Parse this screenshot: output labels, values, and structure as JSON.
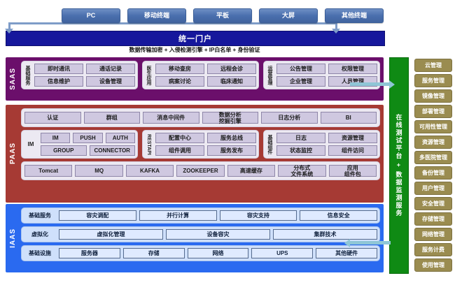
{
  "terminals": {
    "items": [
      {
        "label": "PC"
      },
      {
        "label": "移动终端"
      },
      {
        "label": "平板"
      },
      {
        "label": "大屏"
      },
      {
        "label": "其他终端"
      }
    ]
  },
  "portal": {
    "title": "统一门户",
    "subtitle": "数据传输加密 + 入侵检测引擎 + IP白名单 + 身份验证"
  },
  "layers": {
    "saas": {
      "tag": "SAAS",
      "color": "#6b0f6b",
      "groups": [
        {
          "vtag": "基础服务",
          "items": [
            "即时通讯",
            "通话记录",
            "信息维护",
            "设备管理"
          ]
        },
        {
          "vtag": "医生应用",
          "items": [
            "移动查房",
            "远程会诊",
            "病案讨论",
            "临床通知"
          ]
        },
        {
          "vtag": "运营管理",
          "items": [
            "公告管理",
            "权限管理",
            "企业管理",
            "人员管理"
          ]
        }
      ]
    },
    "paas": {
      "tag": "PAAS",
      "color": "#a63a34",
      "row_top": [
        "认证",
        "群组",
        "消息中间件",
        "数据分析\n挖掘引擎",
        "日志分析",
        "BI"
      ],
      "row_top_labels": [
        {
          "l1": "认证",
          "l2": ""
        },
        {
          "l1": "群组",
          "l2": ""
        },
        {
          "l1": "消息中间件",
          "l2": ""
        },
        {
          "l1": "数据分析",
          "l2": "挖掘引擎"
        },
        {
          "l1": "日志分析",
          "l2": ""
        },
        {
          "l1": "BI",
          "l2": ""
        }
      ],
      "groups": [
        {
          "htag": "IM",
          "line1": [
            "IM",
            "PUSH",
            "AUTH"
          ],
          "line2": [
            "GROUP",
            "CONNECTOR"
          ]
        },
        {
          "vtag": "RESTAPI",
          "line1": [
            "配置中心",
            "服务总线"
          ],
          "line2": [
            "组件调用",
            "服务发布"
          ]
        },
        {
          "vtag": "基础组件",
          "line1": [
            "日志",
            "资源管理"
          ],
          "line2": [
            "状态监控",
            "组件访问"
          ]
        }
      ],
      "row_bottom": [
        {
          "l1": "Tomcat",
          "l2": ""
        },
        {
          "l1": "MQ",
          "l2": ""
        },
        {
          "l1": "KAFKA",
          "l2": ""
        },
        {
          "l1": "ZOOKEEPER",
          "l2": ""
        },
        {
          "l1": "高速缓存",
          "l2": ""
        },
        {
          "l1": "分布式",
          "l2": "文件系统"
        },
        {
          "l1": "应用",
          "l2": "组件包"
        }
      ]
    },
    "iaas": {
      "tag": "IAAS",
      "color": "#2a6af0",
      "rows": [
        {
          "htag": "基础服务",
          "items": [
            "容灾调配",
            "并行计算",
            "容灾支持",
            "信息安全"
          ]
        },
        {
          "htag": "虚拟化",
          "items": [
            "虚拟化管理",
            "设备容灾",
            "集群技术"
          ]
        },
        {
          "htag": "基础设施",
          "items": [
            "服务器",
            "存储",
            "网络",
            "UPS",
            "其他硬件"
          ]
        }
      ]
    }
  },
  "green_bar": {
    "label": "在线测试平台 + 数据监测服务",
    "color": "#0f8a14"
  },
  "management": {
    "items": [
      "云管理",
      "服务管理",
      "镜像管理",
      "部署管理",
      "可用性管理",
      "资源管理",
      "多医院管理",
      "备份管理",
      "用户管理",
      "安全管理",
      "存储管理",
      "网络管理",
      "服务计费",
      "使用管理"
    ],
    "color": "#9a8c50"
  }
}
